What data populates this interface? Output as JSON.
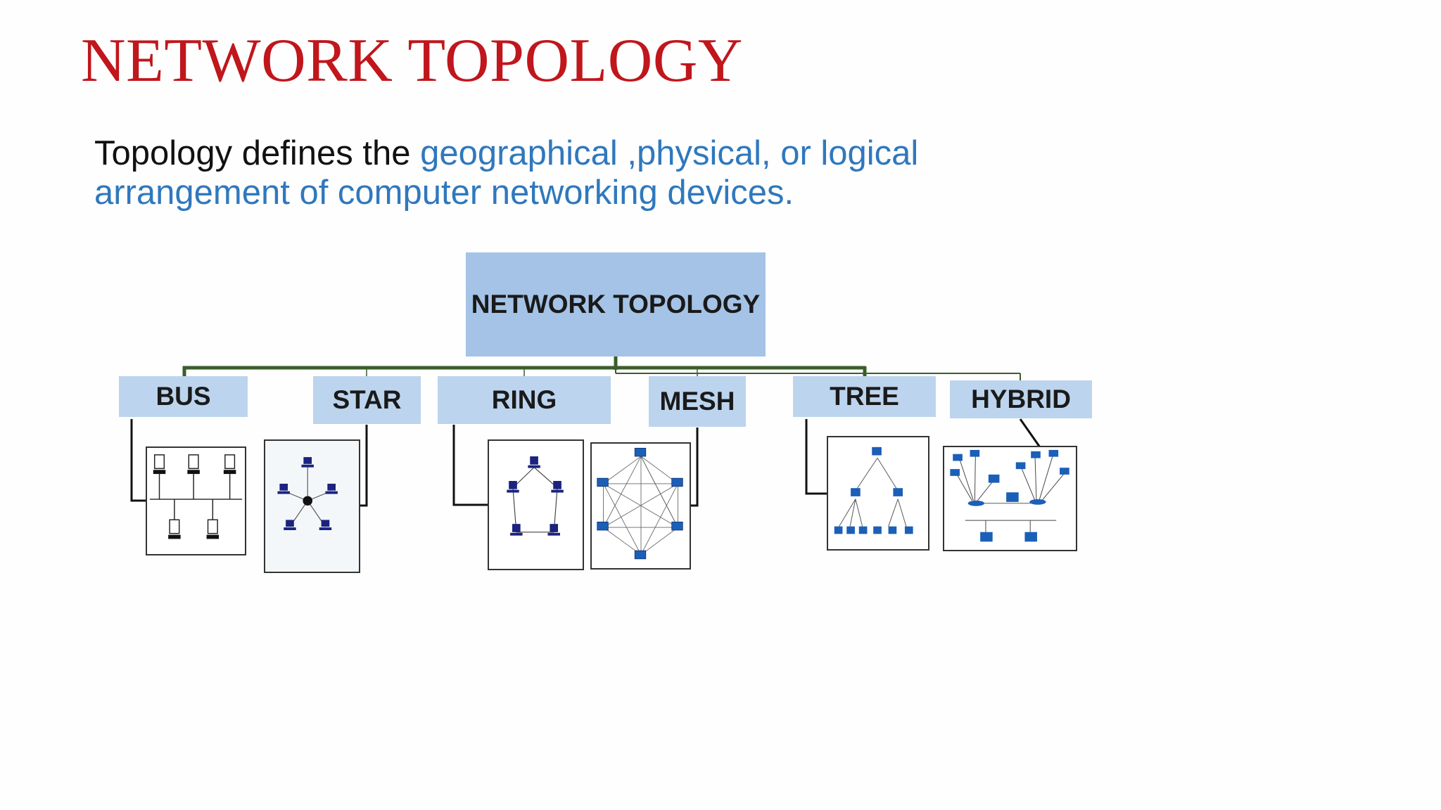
{
  "slide": {
    "title": "NETWORK TOPOLOGY",
    "definition": {
      "lead": "Topology defines the ",
      "highlight": "geographical ,physical, or logical arrangement of computer networking devices."
    }
  },
  "diagram": {
    "root_label": "NETWORK TOPOLOGY",
    "children": [
      {
        "label": "BUS"
      },
      {
        "label": "STAR"
      },
      {
        "label": "RING"
      },
      {
        "label": "MESH"
      },
      {
        "label": "TREE"
      },
      {
        "label": "HYBRID"
      }
    ],
    "colors": {
      "root_fill": "#a4c3e6",
      "child_fill": "#bcd4ee",
      "connector": "#3b5e2b",
      "title": "#c0161c",
      "highlight_text": "#2f78bd",
      "device_blue": "#1b5fb8",
      "device_navy": "#1a237e"
    }
  }
}
